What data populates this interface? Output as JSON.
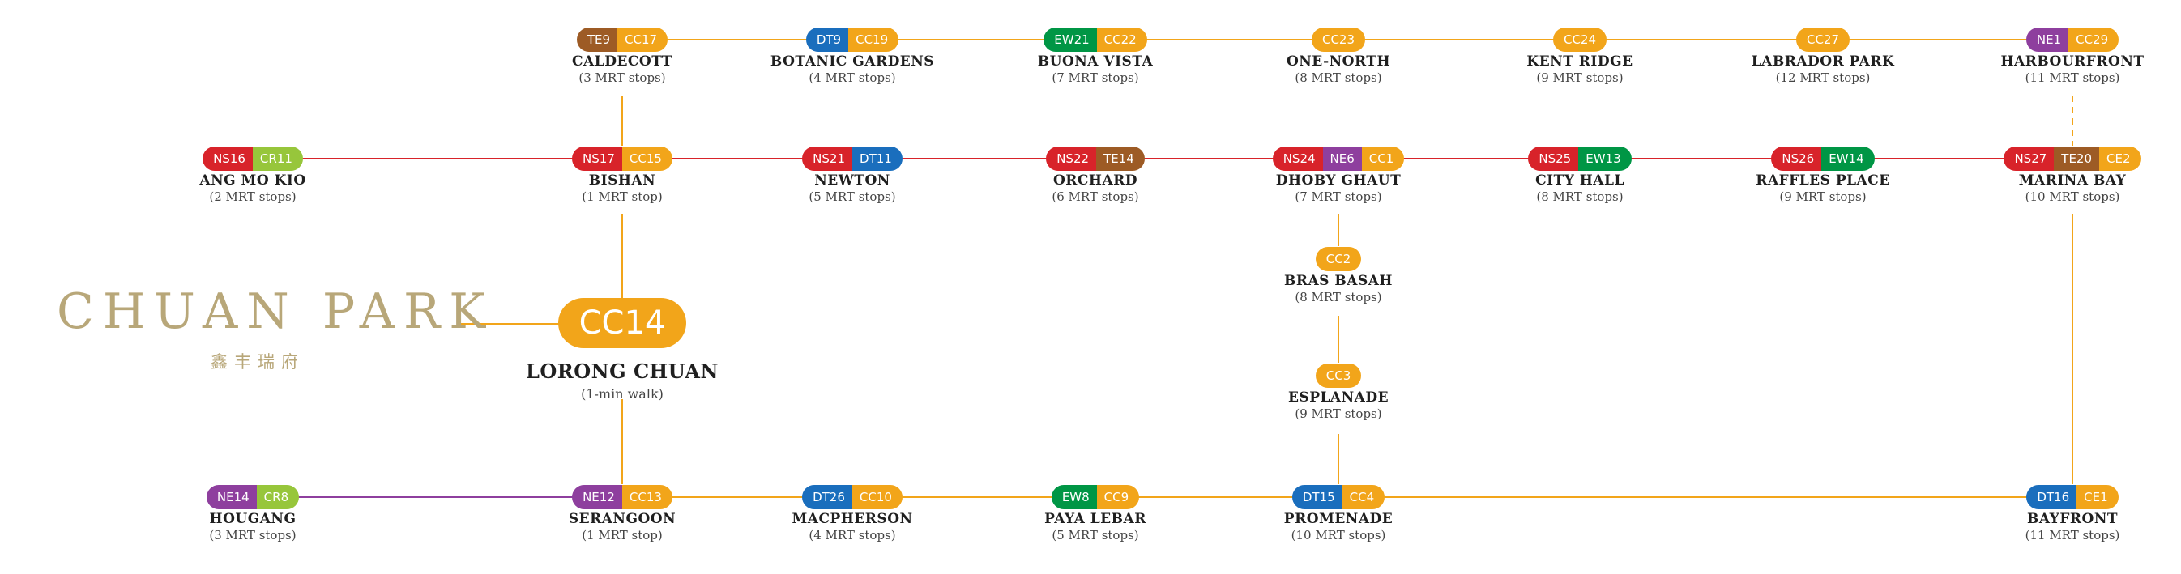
{
  "colors": {
    "CC": "#f2a51a",
    "NS": "#d8232a",
    "EW": "#009645",
    "DT": "#1a6ebd",
    "NE": "#8e3f9e",
    "TE": "#9d5b25",
    "CR": "#97c63b"
  },
  "brand": {
    "name": "CHUAN PARK",
    "subtitle": "鑫丰瑞府"
  },
  "hub": {
    "code": "CC14",
    "name": "LORONG CHUAN",
    "info": "(1-min walk)"
  },
  "stations": [
    {
      "id": "caldecott",
      "name": "CALDECOTT",
      "info": "(3 MRT stops)",
      "codes": [
        {
          "line": "TE",
          "label": "TE9"
        },
        {
          "line": "CC",
          "label": "CC17"
        }
      ]
    },
    {
      "id": "botanic-gardens",
      "name": "BOTANIC GARDENS",
      "info": "(4 MRT stops)",
      "codes": [
        {
          "line": "DT",
          "label": "DT9"
        },
        {
          "line": "CC",
          "label": "CC19"
        }
      ]
    },
    {
      "id": "buona-vista",
      "name": "BUONA VISTA",
      "info": "(7 MRT stops)",
      "codes": [
        {
          "line": "EW",
          "label": "EW21"
        },
        {
          "line": "CC",
          "label": "CC22"
        }
      ]
    },
    {
      "id": "one-north",
      "name": "ONE-NORTH",
      "info": "(8 MRT stops)",
      "codes": [
        {
          "line": "CC",
          "label": "CC23"
        }
      ]
    },
    {
      "id": "kent-ridge",
      "name": "KENT RIDGE",
      "info": "(9 MRT stops)",
      "codes": [
        {
          "line": "CC",
          "label": "CC24"
        }
      ]
    },
    {
      "id": "labrador-park",
      "name": "LABRADOR PARK",
      "info": "(12 MRT stops)",
      "codes": [
        {
          "line": "CC",
          "label": "CC27"
        }
      ]
    },
    {
      "id": "harbourfront",
      "name": "HARBOURFRONT",
      "info": "(11 MRT stops)",
      "codes": [
        {
          "line": "NE",
          "label": "NE1"
        },
        {
          "line": "CC",
          "label": "CC29"
        }
      ]
    },
    {
      "id": "ang-mo-kio",
      "name": "ANG MO KIO",
      "info": "(2 MRT stops)",
      "codes": [
        {
          "line": "NS",
          "label": "NS16"
        },
        {
          "line": "CR",
          "label": "CR11"
        }
      ]
    },
    {
      "id": "bishan",
      "name": "BISHAN",
      "info": "(1 MRT stop)",
      "codes": [
        {
          "line": "NS",
          "label": "NS17"
        },
        {
          "line": "CC",
          "label": "CC15"
        }
      ]
    },
    {
      "id": "newton",
      "name": "NEWTON",
      "info": "(5 MRT stops)",
      "codes": [
        {
          "line": "NS",
          "label": "NS21"
        },
        {
          "line": "DT",
          "label": "DT11"
        }
      ]
    },
    {
      "id": "orchard",
      "name": "ORCHARD",
      "info": "(6 MRT stops)",
      "codes": [
        {
          "line": "NS",
          "label": "NS22"
        },
        {
          "line": "TE",
          "label": "TE14"
        }
      ]
    },
    {
      "id": "dhoby-ghaut",
      "name": "DHOBY GHAUT",
      "info": "(7 MRT stops)",
      "codes": [
        {
          "line": "NS",
          "label": "NS24"
        },
        {
          "line": "NE",
          "label": "NE6"
        },
        {
          "line": "CC",
          "label": "CC1"
        }
      ]
    },
    {
      "id": "city-hall",
      "name": "CITY HALL",
      "info": "(8 MRT stops)",
      "codes": [
        {
          "line": "NS",
          "label": "NS25"
        },
        {
          "line": "EW",
          "label": "EW13"
        }
      ]
    },
    {
      "id": "raffles-place",
      "name": "RAFFLES PLACE",
      "info": "(9 MRT stops)",
      "codes": [
        {
          "line": "NS",
          "label": "NS26"
        },
        {
          "line": "EW",
          "label": "EW14"
        }
      ]
    },
    {
      "id": "marina-bay",
      "name": "MARINA BAY",
      "info": "(10 MRT stops)",
      "codes": [
        {
          "line": "NS",
          "label": "NS27"
        },
        {
          "line": "TE",
          "label": "TE20"
        },
        {
          "line": "CC",
          "label": "CE2"
        }
      ]
    },
    {
      "id": "bras-basah",
      "name": "BRAS BASAH",
      "info": "(8 MRT stops)",
      "codes": [
        {
          "line": "CC",
          "label": "CC2"
        }
      ]
    },
    {
      "id": "esplanade",
      "name": "ESPLANADE",
      "info": "(9 MRT stops)",
      "codes": [
        {
          "line": "CC",
          "label": "CC3"
        }
      ]
    },
    {
      "id": "hougang",
      "name": "HOUGANG",
      "info": "(3 MRT stops)",
      "codes": [
        {
          "line": "NE",
          "label": "NE14"
        },
        {
          "line": "CR",
          "label": "CR8"
        }
      ]
    },
    {
      "id": "serangoon",
      "name": "SERANGOON",
      "info": "(1 MRT stop)",
      "codes": [
        {
          "line": "NE",
          "label": "NE12"
        },
        {
          "line": "CC",
          "label": "CC13"
        }
      ]
    },
    {
      "id": "macpherson",
      "name": "MACPHERSON",
      "info": "(4 MRT stops)",
      "codes": [
        {
          "line": "DT",
          "label": "DT26"
        },
        {
          "line": "CC",
          "label": "CC10"
        }
      ]
    },
    {
      "id": "paya-lebar",
      "name": "PAYA LEBAR",
      "info": "(5 MRT stops)",
      "codes": [
        {
          "line": "EW",
          "label": "EW8"
        },
        {
          "line": "CC",
          "label": "CC9"
        }
      ]
    },
    {
      "id": "promenade",
      "name": "PROMENADE",
      "info": "(10 MRT stops)",
      "codes": [
        {
          "line": "DT",
          "label": "DT15"
        },
        {
          "line": "CC",
          "label": "CC4"
        }
      ]
    },
    {
      "id": "bayfront",
      "name": "BAYFRONT",
      "info": "(11 MRT stops)",
      "codes": [
        {
          "line": "DT",
          "label": "DT16"
        },
        {
          "line": "CC",
          "label": "CE1"
        }
      ]
    }
  ]
}
